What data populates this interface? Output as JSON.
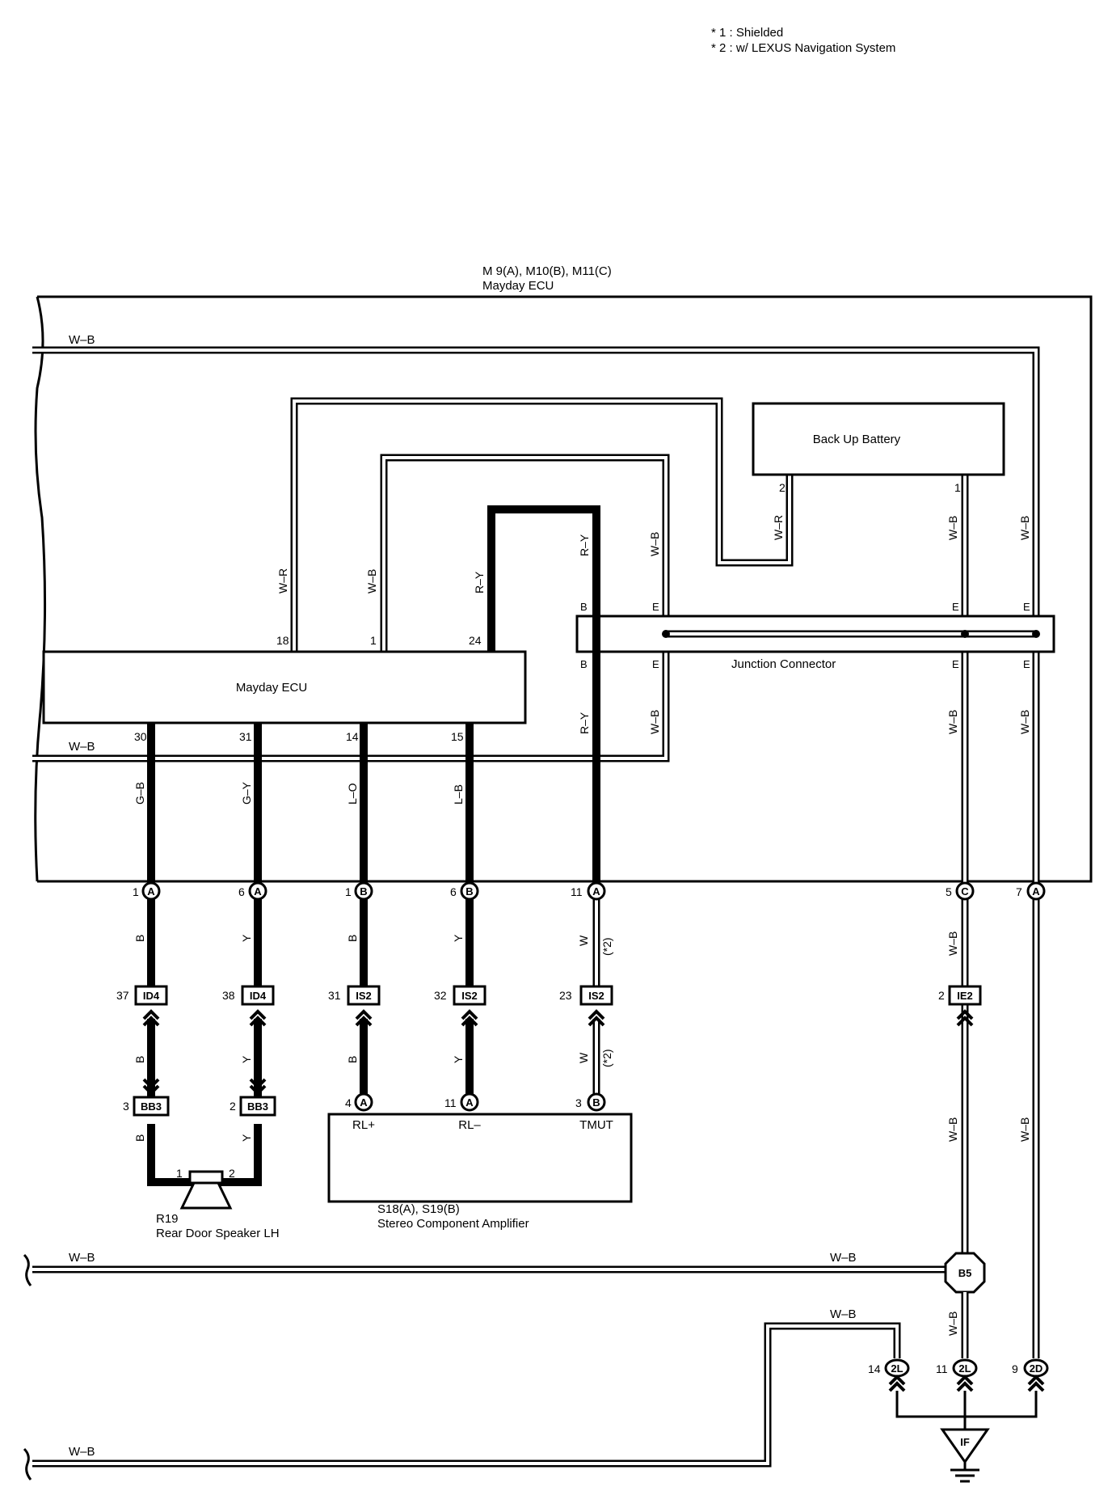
{
  "notes": [
    "* 1 : Shielded",
    "* 2 : w/ LEXUS Navigation System"
  ],
  "ecu": {
    "connector_title": "M 9(A), M10(B), M11(C)",
    "title": "Mayday ECU",
    "box_label": "Mayday ECU"
  },
  "backup_battery": {
    "label": "Back Up Battery",
    "pin2": "2",
    "pin1": "1"
  },
  "junction": {
    "label": "Junction Connector",
    "letter_b": "B",
    "letter_e": "E"
  },
  "ecu_top_pins": [
    "18",
    "1",
    "24"
  ],
  "ecu_bottom_pins": [
    "30",
    "31",
    "14",
    "15"
  ],
  "wire_colors": {
    "wb": "W–B",
    "wr": "W–R",
    "ry": "R–Y",
    "gb": "G–B",
    "gy": "G–Y",
    "lo": "L–O",
    "lb": "L–B",
    "b": "B",
    "y": "Y",
    "w": "W"
  },
  "shield_note": "(*2)",
  "bottom_connectors": [
    {
      "pin": "1",
      "code": "A"
    },
    {
      "pin": "6",
      "code": "A"
    },
    {
      "pin": "1",
      "code": "B"
    },
    {
      "pin": "6",
      "code": "B"
    },
    {
      "pin": "11",
      "code": "A"
    },
    {
      "pin": "5",
      "code": "C"
    },
    {
      "pin": "7",
      "code": "A"
    }
  ],
  "junction_connectors": [
    {
      "pin": "37",
      "code": "ID4"
    },
    {
      "pin": "38",
      "code": "ID4"
    },
    {
      "pin": "31",
      "code": "IS2"
    },
    {
      "pin": "32",
      "code": "IS2"
    },
    {
      "pin": "23",
      "code": "IS2"
    },
    {
      "pin": "2",
      "code": "IE2"
    }
  ],
  "bb3_connectors": [
    {
      "pin": "3",
      "code": "BB3"
    },
    {
      "pin": "2",
      "code": "BB3"
    }
  ],
  "speaker": {
    "pin1": "1",
    "pin2": "2",
    "code": "R19",
    "name": "Rear Door Speaker LH"
  },
  "amplifier": {
    "pins": [
      {
        "pin": "4",
        "code": "A",
        "label": "RL+"
      },
      {
        "pin": "11",
        "code": "A",
        "label": "RL–"
      },
      {
        "pin": "3",
        "code": "B",
        "label": "TMUT"
      }
    ],
    "code": "S18(A), S19(B)",
    "name": "Stereo Component Amplifier"
  },
  "splice": "B5",
  "ground_connectors": [
    {
      "pin": "14",
      "code": "2L"
    },
    {
      "pin": "11",
      "code": "2L"
    },
    {
      "pin": "9",
      "code": "2D"
    }
  ],
  "ground_point": "IF"
}
